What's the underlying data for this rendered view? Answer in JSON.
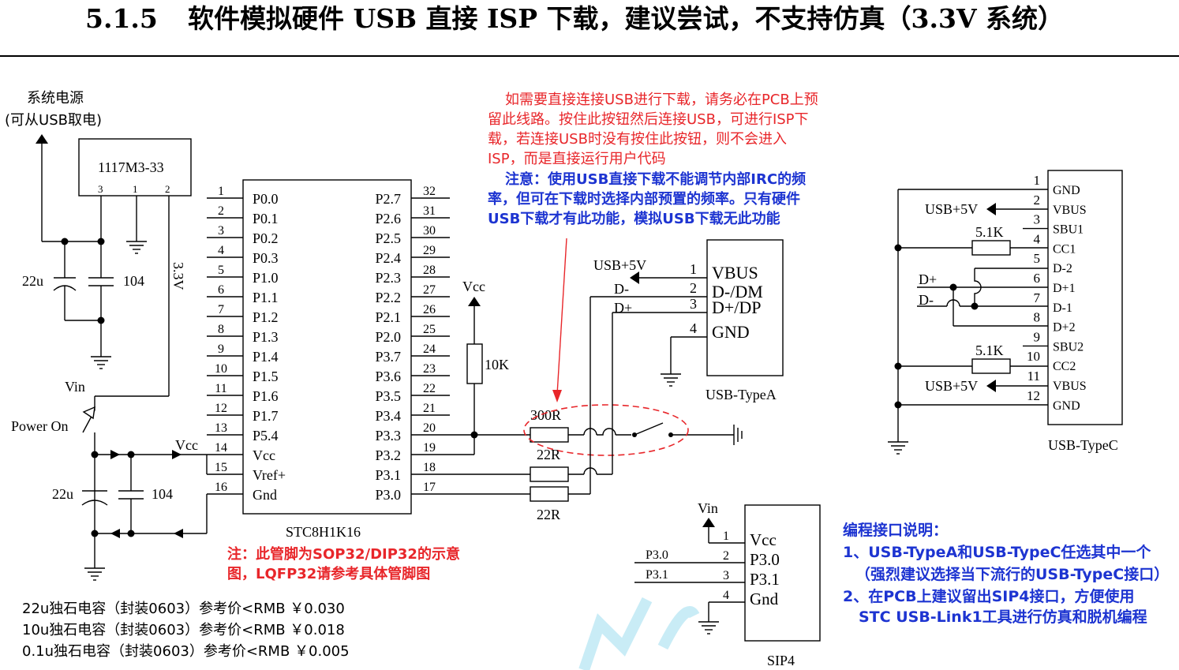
{
  "title": {
    "number": "5.1.5",
    "text": "软件模拟硬件 USB 直接 ISP 下载，建议尝试，不支持仿真（3.3V 系统）"
  },
  "power": {
    "label_line1": "系统电源",
    "label_line2": "(可从USB取电)",
    "regulator": "1117M3-33",
    "reg_pins": [
      "3",
      "1",
      "2"
    ],
    "cap1": "22u",
    "cap2": "104",
    "rail": "3.3V",
    "vin": "Vin",
    "power_on": "Power On",
    "vcc": "Vcc",
    "cap3": "22u",
    "cap4": "104"
  },
  "mcu": {
    "name": "STC8H1K16",
    "left_pins": [
      {
        "num": "1",
        "name": "P0.0"
      },
      {
        "num": "2",
        "name": "P0.1"
      },
      {
        "num": "3",
        "name": "P0.2"
      },
      {
        "num": "4",
        "name": "P0.3"
      },
      {
        "num": "5",
        "name": "P1.0"
      },
      {
        "num": "6",
        "name": "P1.1"
      },
      {
        "num": "7",
        "name": "P1.2"
      },
      {
        "num": "8",
        "name": "P1.3"
      },
      {
        "num": "9",
        "name": "P1.4"
      },
      {
        "num": "10",
        "name": "P1.5"
      },
      {
        "num": "11",
        "name": "P1.6"
      },
      {
        "num": "12",
        "name": "P1.7"
      },
      {
        "num": "13",
        "name": "P5.4"
      },
      {
        "num": "14",
        "name": "Vcc"
      },
      {
        "num": "15",
        "name": "Vref+"
      },
      {
        "num": "16",
        "name": "Gnd"
      }
    ],
    "right_pins": [
      {
        "num": "32",
        "name": "P2.7"
      },
      {
        "num": "31",
        "name": "P2.6"
      },
      {
        "num": "30",
        "name": "P2.5"
      },
      {
        "num": "29",
        "name": "P2.4"
      },
      {
        "num": "28",
        "name": "P2.3"
      },
      {
        "num": "27",
        "name": "P2.2"
      },
      {
        "num": "26",
        "name": "P2.1"
      },
      {
        "num": "25",
        "name": "P2.0"
      },
      {
        "num": "24",
        "name": "P3.7"
      },
      {
        "num": "23",
        "name": "P3.6"
      },
      {
        "num": "22",
        "name": "P3.5"
      },
      {
        "num": "21",
        "name": "P3.4"
      },
      {
        "num": "20",
        "name": "P3.3"
      },
      {
        "num": "19",
        "name": "P3.2"
      },
      {
        "num": "18",
        "name": "P3.1"
      },
      {
        "num": "17",
        "name": "P3.0"
      }
    ],
    "pin_note_line1": "注：此管脚为SOP32/DIP32的示意",
    "pin_note_line2": "图，LQFP32请参考具体管脚图"
  },
  "pullup": {
    "vcc": "Vcc",
    "resistor": "10K"
  },
  "resistors": {
    "r1": "300R",
    "r2": "22R",
    "r3": "22R"
  },
  "note_red": [
    "如需要直接连接USB进行下载，请务必在PCB上预",
    "留此线路。按住此按钮然后连接USB，可进行ISP下",
    "载，若连接USB时没有按住此按钮，则不会进入",
    "ISP，而是直接运行用户代码"
  ],
  "note_blue": [
    "注意：使用USB直接下载不能调节内部IRC的频",
    "率，但可在下载时选择内部预置的频率。只有硬件",
    "USB下载才有此功能，模拟USB下载无此功能"
  ],
  "usb_a": {
    "name": "USB-TypeA",
    "supply": "USB+5V",
    "dm": "D-",
    "dp": "D+",
    "pins": [
      {
        "num": "1",
        "name": "VBUS"
      },
      {
        "num": "2",
        "name": "D-/DM"
      },
      {
        "num": "3",
        "name": "D+/DP"
      },
      {
        "num": "4",
        "name": "GND"
      }
    ]
  },
  "usb_c": {
    "name": "USB-TypeC",
    "supply1": "USB+5V",
    "supply2": "USB+5V",
    "dp": "D+",
    "dm": "D-",
    "r1": "5.1K",
    "r2": "5.1K",
    "pins": [
      {
        "num": "1",
        "name": "GND"
      },
      {
        "num": "2",
        "name": "VBUS"
      },
      {
        "num": "3",
        "name": "SBU1"
      },
      {
        "num": "4",
        "name": "CC1"
      },
      {
        "num": "5",
        "name": "D-2"
      },
      {
        "num": "6",
        "name": "D+1"
      },
      {
        "num": "7",
        "name": "D-1"
      },
      {
        "num": "8",
        "name": "D+2"
      },
      {
        "num": "9",
        "name": "SBU2"
      },
      {
        "num": "10",
        "name": "CC2"
      },
      {
        "num": "11",
        "name": "VBUS"
      },
      {
        "num": "12",
        "name": "GND"
      }
    ]
  },
  "sip4": {
    "name": "SIP4",
    "vin": "Vin",
    "net1": "P3.0",
    "net2": "P3.1",
    "pins": [
      {
        "num": "1",
        "name": "Vcc"
      },
      {
        "num": "2",
        "name": "P3.0"
      },
      {
        "num": "3",
        "name": "P3.1"
      },
      {
        "num": "4",
        "name": "Gnd"
      }
    ]
  },
  "prog_note": {
    "heading": "编程接口说明：",
    "lines": [
      "1、USB-TypeA和USB-TypeC任选其中一个",
      "（强烈建议选择当下流行的USB-TypeC接口）",
      "2、在PCB上建议留出SIP4接口，方便使用",
      "STC USB-Link1工具进行仿真和脱机编程"
    ]
  },
  "prices": [
    "22u独石电容（封装0603）参考价<RMB ￥0.030",
    "10u独石电容（封装0603）参考价<RMB ￥0.018",
    "0.1u独石电容（封装0603）参考价<RMB ￥0.005"
  ],
  "colors": {
    "red": "#e8262a",
    "blue": "#1d34d1",
    "watermark": "#c9ecf6"
  }
}
